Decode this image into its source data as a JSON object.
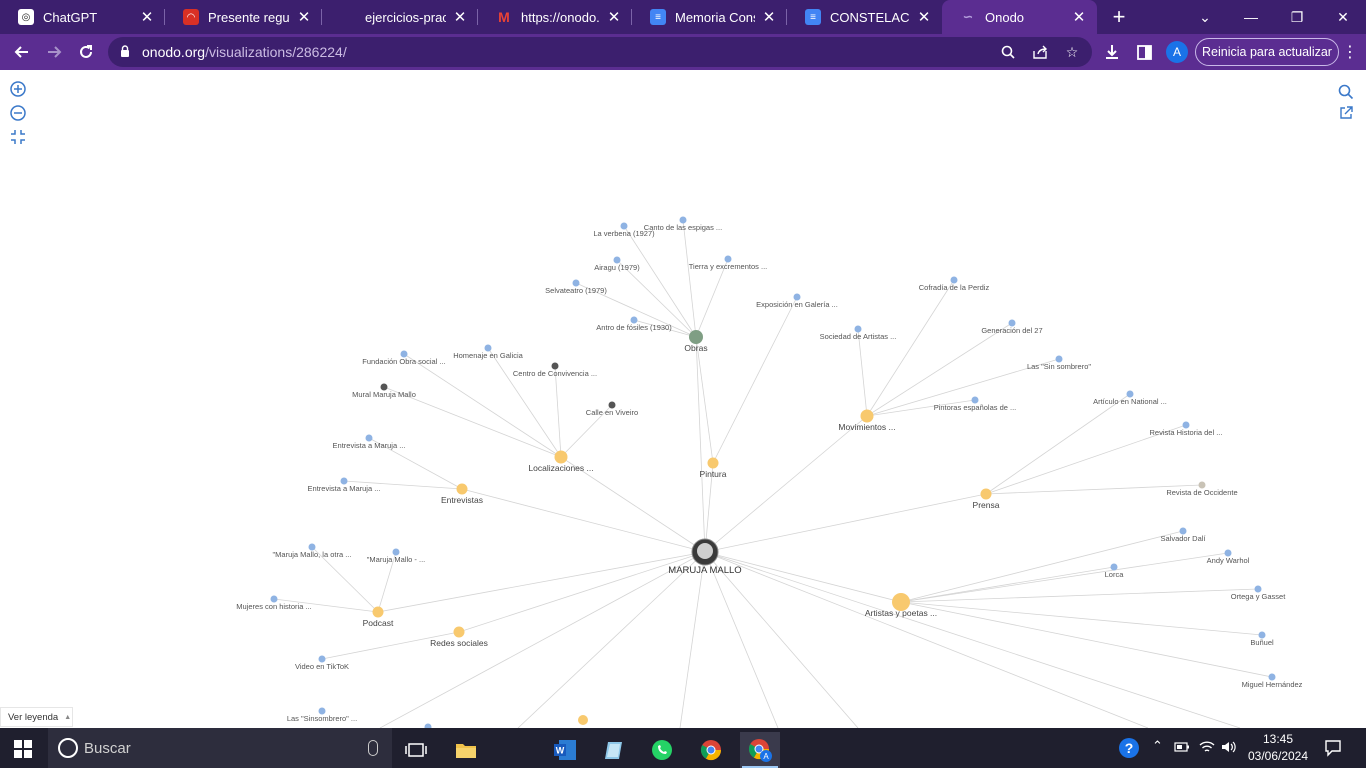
{
  "browser": {
    "tabs": [
      {
        "title": "ChatGPT",
        "icon": "chatgpt-icon",
        "color": "#ffffff"
      },
      {
        "title": "Presente regular",
        "icon": "lips-icon",
        "color": "#d93025"
      },
      {
        "title": "ejercicios-practic",
        "icon": "blank-icon",
        "color": "#3c1f6e"
      },
      {
        "title": "https://onodo.or",
        "icon": "gmail-icon",
        "color": "#ffffff"
      },
      {
        "title": "Memoria Constel",
        "icon": "docs-icon",
        "color": "#4285f4"
      },
      {
        "title": "CONSTELACIÓN",
        "icon": "docs-icon",
        "color": "#4285f4"
      },
      {
        "title": "Onodo",
        "icon": "onodo-icon",
        "color": "#5b2d91"
      }
    ],
    "url_host": "onodo.org",
    "url_path": "/visualizations/286224/",
    "update_button": "Reinicia para actualizar",
    "avatar_letter": "A",
    "accent": "#5b2d91"
  },
  "graph": {
    "legend_button": "Ver leyenda",
    "center": {
      "label": "MARUJA MALLO"
    },
    "colors": {
      "link": "#d4d4d4",
      "leaf": "#8fb3e3",
      "hub": "#f8c96e",
      "obras": "#7f9e84"
    },
    "hubs": [
      {
        "id": "obras",
        "label": "Obras"
      },
      {
        "id": "pintura",
        "label": "Pintura"
      },
      {
        "id": "movimientos",
        "label": "Movimientos ..."
      },
      {
        "id": "localizaciones",
        "label": "Localizaciones ..."
      },
      {
        "id": "entrevistas",
        "label": "Entrevistas"
      },
      {
        "id": "prensa",
        "label": "Prensa"
      },
      {
        "id": "podcast",
        "label": "Podcast"
      },
      {
        "id": "redes",
        "label": "Redes sociales"
      },
      {
        "id": "artistas",
        "label": "Artistas y poetas ..."
      }
    ],
    "leaves": [
      {
        "label": "La verbena (1927)",
        "hub": "obras"
      },
      {
        "label": "Canto de las espigas ...",
        "hub": "obras"
      },
      {
        "label": "Airagu (1979)",
        "hub": "obras"
      },
      {
        "label": "Tierra y excrementos ...",
        "hub": "obras"
      },
      {
        "label": "Selvateatro (1979)",
        "hub": "obras"
      },
      {
        "label": "Antro de fósiles (1930)",
        "hub": "obras"
      },
      {
        "label": "Exposición en Galería ...",
        "hub": "pintura"
      },
      {
        "label": "Cofradía de la Perdiz",
        "hub": "movimientos"
      },
      {
        "label": "Sociedad de Artistas ...",
        "hub": "movimientos"
      },
      {
        "label": "Generación del 27",
        "hub": "movimientos"
      },
      {
        "label": "Las \"Sin sombrero\"",
        "hub": "movimientos"
      },
      {
        "label": "Pintoras españolas de ...",
        "hub": "movimientos"
      },
      {
        "label": "Fundación Obra social ...",
        "hub": "localizaciones"
      },
      {
        "label": "Homenaje en Galicia",
        "hub": "localizaciones"
      },
      {
        "label": "Centro de Convivencia ...",
        "hub": "localizaciones"
      },
      {
        "label": "Mural Maruja Mallo",
        "hub": "localizaciones"
      },
      {
        "label": "Calle en Viveiro",
        "hub": "localizaciones"
      },
      {
        "label": "Entrevista a Maruja ...",
        "hub": "entrevistas"
      },
      {
        "label": "Entrevista a Maruja ...",
        "hub": "entrevistas"
      },
      {
        "label": "Artículo en National ...",
        "hub": "prensa"
      },
      {
        "label": "Revista Historia del ...",
        "hub": "prensa"
      },
      {
        "label": "Revista de Occidente",
        "hub": "prensa"
      },
      {
        "label": "Salvador Dalí",
        "hub": "artistas"
      },
      {
        "label": "Andy Warhol",
        "hub": "artistas"
      },
      {
        "label": "Lorca",
        "hub": "artistas"
      },
      {
        "label": "Ortega y Gasset",
        "hub": "artistas"
      },
      {
        "label": "Buñuel",
        "hub": "artistas"
      },
      {
        "label": "Miguel Hernández",
        "hub": "artistas"
      },
      {
        "label": "\"Maruja Mallo, la otra ...",
        "hub": "podcast"
      },
      {
        "label": "\"Maruja Mallo - ...",
        "hub": "podcast"
      },
      {
        "label": "Mujeres con historia ...",
        "hub": "podcast"
      },
      {
        "label": "Video en TikToK",
        "hub": "redes"
      },
      {
        "label": "Las \"Sinsombrero\" ...",
        "hub": "none"
      }
    ]
  },
  "taskbar": {
    "search_placeholder": "Buscar",
    "time": "13:45",
    "date": "03/06/2024"
  }
}
